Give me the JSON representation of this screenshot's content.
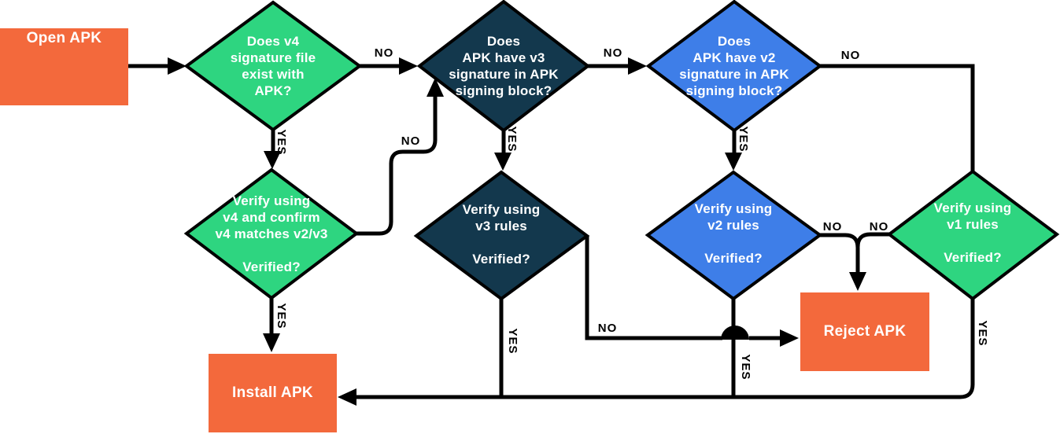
{
  "diagram_title": "APK signature verification flowchart",
  "colors": {
    "orange": "#F3693C",
    "green": "#2ED580",
    "navy": "#13384D",
    "blue": "#3E7EE8",
    "line": "#000000",
    "text_light": "#FFFFFF"
  },
  "nodes": {
    "open_apk": {
      "label": "Open APK",
      "type": "process"
    },
    "v4_exists": {
      "label": "Does v4\nsignature file\nexist with\nAPK?",
      "type": "decision"
    },
    "v3_exists": {
      "label": "Does\nAPK have v3\nsignature in APK\nsigning block?",
      "type": "decision"
    },
    "v2_exists": {
      "label": "Does\nAPK have v2\nsignature in APK\nsigning block?",
      "type": "decision"
    },
    "v4_verify": {
      "label": "Verify using\nv4 and confirm\nv4 matches v2/v3\n\nVerified?",
      "type": "decision"
    },
    "v3_verify": {
      "label": "Verify using\nv3 rules\n\nVerified?",
      "type": "decision"
    },
    "v2_verify": {
      "label": "Verify using\nv2 rules\n\nVerified?",
      "type": "decision"
    },
    "v1_verify": {
      "label": "Verify using\nv1 rules\n\nVerified?",
      "type": "decision"
    },
    "reject_apk": {
      "label": "Reject APK",
      "type": "process"
    },
    "install_apk": {
      "label": "Install APK",
      "type": "process"
    }
  },
  "edge_labels": {
    "v4_exists_no": "NO",
    "v4_exists_yes": "YES",
    "v3_exists_no": "NO",
    "v3_exists_yes": "YES",
    "v2_exists_no": "NO",
    "v2_exists_yes": "YES",
    "v4_verify_no": "NO",
    "v4_verify_yes": "YES",
    "v3_verify_no": "NO",
    "v3_verify_yes": "YES",
    "v2_verify_no": "NO",
    "v2_verify_yes": "YES",
    "v1_verify_no": "NO",
    "v1_verify_yes": "YES"
  }
}
